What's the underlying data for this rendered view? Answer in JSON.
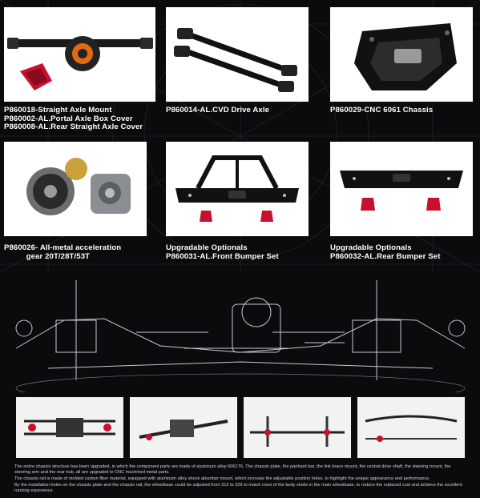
{
  "products": [
    {
      "caption": "P860018-Straight Axle Mount\nP860002-AL.Portal Axle Box Cover\nP860008-AL.Rear Straight Axle Cover"
    },
    {
      "caption": "P860014-AL.CVD Drive Axle"
    },
    {
      "caption": "P860029-CNC 6061 Chassis"
    },
    {
      "caption": "P860026- All-metal acceleration\n          gear 20T/28T/53T"
    },
    {
      "caption": "Upgradable Optionals\nP860031-AL.Front Bumper Set"
    },
    {
      "caption": "Upgradable Optionals\nP860032-AL.Rear Bumper Set"
    }
  ],
  "notes": [
    "The entire chassis structure has been upgraded, in which the component parts are made of aluminum alloy 6061T6. The chassis plate, the panhard bar, the link brace mount, the central drive shaft, the steering mount, the steering arm and the rear hub, all are upgraded to CNC machined metal parts.",
    "The chassis rail is made of molded carbon fiber material, equipped with aluminum alloy shock absorber mount, which increase the adjustable position holes, to highlight the unique appearance and performance.",
    "By the installation holes on the chassis plate and the chassis rail, the wheelbase could be adjusted from 313 to 329 to match most of the body shells in the main wheelbase, to reduce the replaced cost and achieve the excellent running experience."
  ],
  "colors": {
    "background": "#0b0b0d",
    "anodized_red": "#c8102e",
    "metal_black": "#151515"
  },
  "icons": [
    "axle-mount-image",
    "cvd-drive-axle-image",
    "skid-plate-image",
    "gearbox-image",
    "front-bumper-image",
    "rear-bumper-image",
    "chassis-blueprint-image"
  ]
}
